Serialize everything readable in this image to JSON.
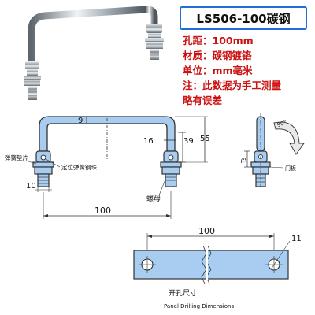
{
  "title": "LS506-100碳钢",
  "specs": {
    "hole_distance": "孔距：100mm",
    "material": "材质：碳钢镀铬",
    "unit": "单位：mm毫米",
    "note_line1": "注：此数据为手工测量",
    "note_line2": "略有误差"
  },
  "front_view": {
    "dim_top_gap": "9",
    "dim_16": "16",
    "dim_39": "39",
    "dim_55": "55",
    "dim_10": "10",
    "dim_width": "100",
    "label_spring_washer": "弹簧垫片",
    "label_spring_ball": "定位弹簧钢珠",
    "label_nut": "螺母"
  },
  "side_view": {
    "label_ts": "Ts",
    "label_angle": "90°",
    "label_plate": "门板"
  },
  "drilling": {
    "dim_width": "100",
    "dim_hole": "11",
    "label_cn": "开孔尺寸",
    "label_en": "Panel Drilling Dimensions"
  },
  "colors": {
    "title_border": "#1e6fd8",
    "spec_text": "#cc1111",
    "drawing_fill": "#a9cdf0",
    "drawing_stroke": "#333333"
  }
}
